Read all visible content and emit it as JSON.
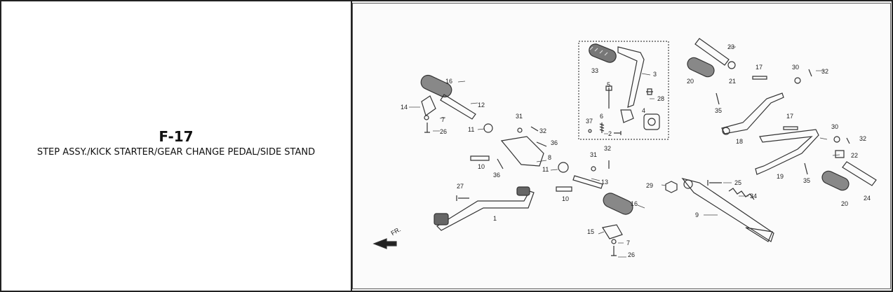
{
  "figure": {
    "code": "F-17",
    "title": "STEP ASSY./KICK STARTER/GEAR CHANGE PEDAL/SIDE STAND"
  },
  "diagram": {
    "direction_label": "FR.",
    "part_callouts": [
      "1",
      "2",
      "3",
      "4",
      "5",
      "6",
      "7",
      "7",
      "8",
      "9",
      "10",
      "10",
      "11",
      "11",
      "12",
      "13",
      "14",
      "15",
      "16",
      "16",
      "17",
      "17",
      "18",
      "19",
      "20",
      "20",
      "21",
      "22",
      "23",
      "24",
      "25",
      "26",
      "26",
      "27",
      "28",
      "29",
      "30",
      "30",
      "31",
      "31",
      "32",
      "32",
      "32",
      "32",
      "33",
      "34",
      "35",
      "35",
      "36",
      "36",
      "37"
    ]
  }
}
